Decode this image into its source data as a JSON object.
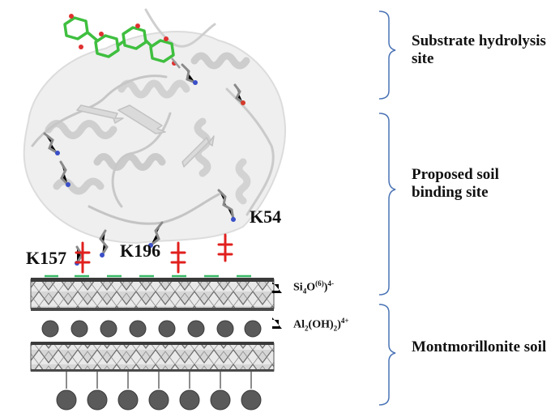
{
  "regions": {
    "substrate": "Substrate hydrolysis site",
    "binding": "Proposed soil binding site",
    "soil": "Montmorillonite soil"
  },
  "residues": [
    "K54",
    "K157",
    "K196"
  ],
  "layers": {
    "silicate": {
      "base": "Si",
      "sub1": "4",
      "mid": "O",
      "sup1": "(6)",
      "sup2": "4-"
    },
    "aluminate": {
      "base": "Al",
      "sub1": "2",
      "mid": "(OH)",
      "sub2": "2",
      "sup1": "4+"
    }
  },
  "colors": {
    "bracket": "#4a73b5",
    "charge": "#e0201e",
    "negative_dash": "#38b865",
    "sugar": "#3fbf3f",
    "protein": "#d4d4d4",
    "bead": "#5a5a5a"
  }
}
